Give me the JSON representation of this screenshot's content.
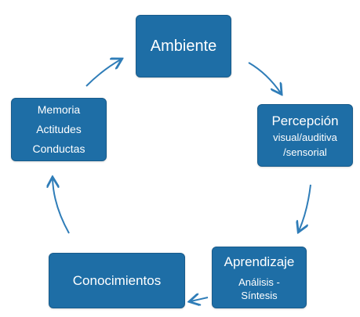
{
  "nodes": {
    "ambiente": {
      "label": "Ambiente"
    },
    "percepcion": {
      "title": "Percepción",
      "lines": [
        "visual/auditiva",
        "/sensorial"
      ]
    },
    "aprendizaje": {
      "title": "Aprendizaje",
      "lines": [
        "Análisis -",
        "Síntesis"
      ]
    },
    "conocimientos": {
      "label": "Conocimientos"
    },
    "memoria": {
      "lines": [
        "Memoria",
        "Actitudes",
        "Conductas"
      ]
    }
  },
  "colors": {
    "box_fill": "#1e6ea6",
    "box_border": "#185b8b",
    "arrow": "#2f7db8",
    "text": "#ffffff"
  }
}
